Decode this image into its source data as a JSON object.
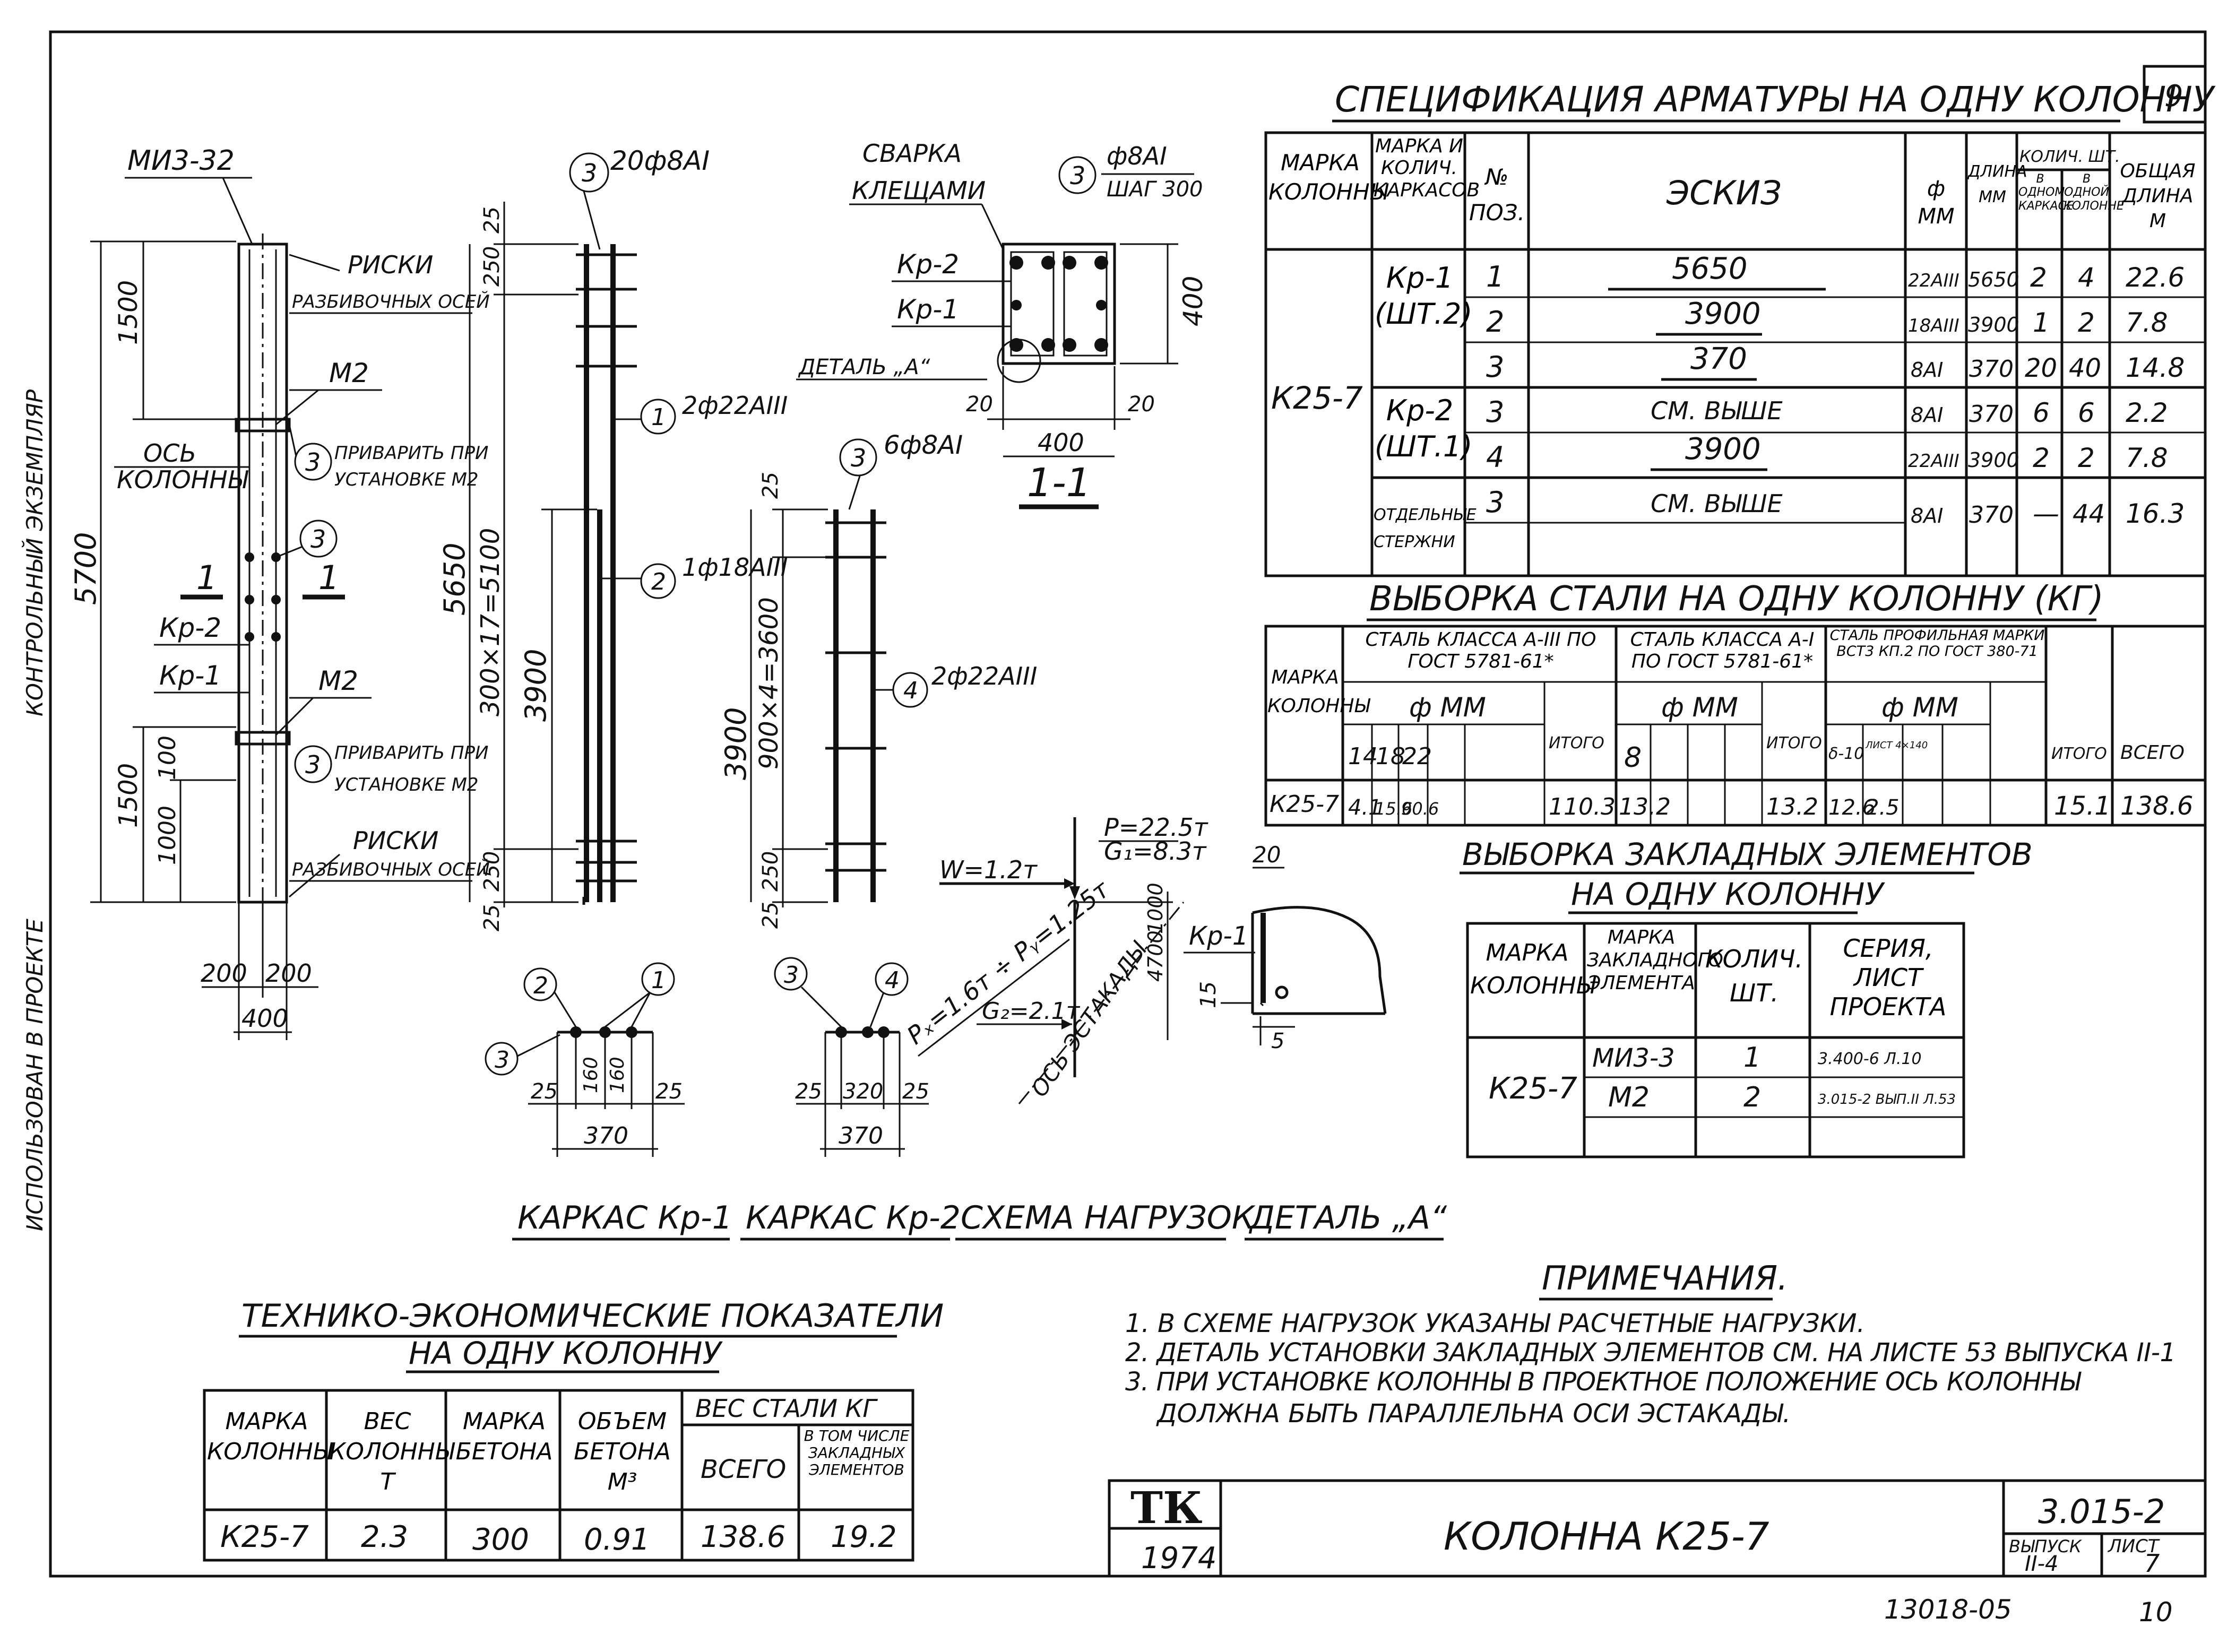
{
  "sheet_number": "9",
  "spec_table": {
    "title": "СПЕЦИФИКАЦИЯ АРМАТУРЫ НА ОДНУ КОЛОННУ",
    "headers": [
      "МАРКА КОЛОННЫ",
      "МАРКА И КОЛИЧ. КАРКАСОВ",
      "№ ПОЗ.",
      "ЭСКИЗ",
      "ф ММ",
      "ДЛИНА ММ",
      "В ОДНОМ КАРКАСЕ",
      "В ОДНОЙ КОЛОННЕ",
      "ОБЩАЯ ДЛИНА М"
    ],
    "qty_header": "КОЛИЧ. ШТ.",
    "col_mark": "К25-7",
    "groups": [
      "Кр-1 (ШТ.2)",
      "Кр-2 (ШТ.1)",
      "ОТДЕЛЬНЫЕ СТЕРЖНИ"
    ],
    "rows": [
      [
        "1",
        "5650",
        "22АIII",
        "5650",
        "2",
        "4",
        "22.6"
      ],
      [
        "2",
        "3900",
        "18АIII",
        "3900",
        "1",
        "2",
        "7.8"
      ],
      [
        "3",
        "370",
        "8АI",
        "370",
        "20",
        "40",
        "14.8"
      ],
      [
        "3",
        "СМ. ВЫШЕ",
        "8АI",
        "370",
        "6",
        "6",
        "2.2"
      ],
      [
        "4",
        "3900",
        "22АIII",
        "3900",
        "2",
        "2",
        "7.8"
      ],
      [
        "3",
        "СМ. ВЫШЕ",
        "8АI",
        "370",
        "—",
        "44",
        "16.3"
      ]
    ]
  },
  "steel_table": {
    "title": "ВЫБОРКА СТАЛИ НА ОДНУ КОЛОННУ (КГ)",
    "h_mark": "МАРКА КОЛОННЫ",
    "h_class3": "СТАЛЬ КЛАССА А-III ПО ГОСТ 5781-61*",
    "h_class1": "СТАЛЬ КЛАССА А-I ПО ГОСТ 5781-61*",
    "h_profile": "СТАЛЬ ПРОФИЛЬНАЯ МАРКИ ВСТ3 КП.2 ПО ГОСТ 380-71",
    "h_fmm": "ф ММ",
    "h_itogo": "ИТОГО",
    "h_vsego": "ВСЕГО",
    "d3": [
      "14",
      "18",
      "22"
    ],
    "d1": [
      "8"
    ],
    "dp": [
      "δ-10",
      "ЛИСТ 4×140"
    ],
    "row": {
      "mark": "К25-7",
      "v3": [
        "4.1",
        "15.6",
        "90.6"
      ],
      "it3": "110.3",
      "v1": [
        "13.2"
      ],
      "it1": "13.2",
      "vp": [
        "12.6",
        "2.5"
      ],
      "itp": "15.1",
      "total": "138.6"
    }
  },
  "embed_table": {
    "title1": "ВЫБОРКА ЗАКЛАДНЫХ ЭЛЕМЕНТОВ",
    "title2": "НА ОДНУ КОЛОННУ",
    "headers": [
      "МАРКА КОЛОННЫ",
      "МАРКА ЗАКЛАДНОГО ЭЛЕМЕНТА",
      "КОЛИЧ. ШТ.",
      "СЕРИЯ, ЛИСТ ПРОЕКТА"
    ],
    "mark": "К25-7",
    "rows": [
      [
        "МИ3-3",
        "1",
        "3.400-6 Л.10"
      ],
      [
        "М2",
        "2",
        "3.015-2 ВЫП.II Л.53"
      ]
    ]
  },
  "tech_table": {
    "title1": "ТЕХНИКО-ЭКОНОМИЧЕСКИЕ ПОКАЗАТЕЛИ",
    "title2": "НА ОДНУ КОЛОННУ",
    "headers": [
      "МАРКА КОЛОННЫ",
      "ВЕС КОЛОННЫ Т",
      "МАРКА БЕТОНА",
      "ОБЪЕМ БЕТОНА М³",
      "ВЕС СТАЛИ КГ",
      "ВСЕГО",
      "В ТОМ ЧИСЛЕ ЗАКЛАДНЫХ ЭЛЕМЕНТОВ"
    ],
    "row": [
      "К25-7",
      "2.3",
      "300",
      "0.91",
      "138.6",
      "19.2"
    ]
  },
  "notes": {
    "title": "ПРИМЕЧАНИЯ.",
    "items": [
      "1. В СХЕМЕ НАГРУЗОК УКАЗАНЫ РАСЧЕТНЫЕ НАГРУЗКИ.",
      "2. ДЕТАЛЬ УСТАНОВКИ ЗАКЛАДНЫХ ЭЛЕМЕНТОВ СМ. НА ЛИСТЕ 53 ВЫПУСКА II-1",
      "3. ПРИ УСТАНОВКЕ КОЛОННЫ В ПРОЕКТНОЕ ПОЛОЖЕНИЕ ОСЬ КОЛОННЫ",
      "ДОЛЖНА БЫТЬ ПАРАЛЛЕЛЬНА ОСИ ЭСТАКАДЫ."
    ]
  },
  "title_block": {
    "logo": "ТК",
    "year": "1974",
    "title": "КОЛОННА К25-7",
    "series": "3.015-2",
    "issue_label": "ВЫПУСК",
    "issue": "II-4",
    "sheet_label": "ЛИСТ",
    "sheet": "7",
    "inv": "13018-05",
    "page": "10"
  },
  "side_stamps": [
    "ИСПОЛЬЗОВАН В ПРОЕКТЕ",
    "КОНТРОЛЬНЫЙ ЭКЗЕМПЛЯР"
  ],
  "column_elev": {
    "top_label": "МИ3-32",
    "riski": "РИСКИ",
    "razb": "РАЗБИВОЧНЫХ ОСЕЙ",
    "m2": "М2",
    "os": "ОСЬ",
    "kolonny": "КОЛОННЫ",
    "privarit1a": "ПРИВАРИТЬ ПРИ",
    "privarit1b": "УСТАНОВКЕ М2",
    "kr2": "Кр-2",
    "kr1": "Кр-1",
    "sec": "1",
    "circ3": "3",
    "d5700": "5700",
    "d1500": "1500",
    "d1000": "1000",
    "d100": "100",
    "d200": "200",
    "d400": "400"
  },
  "cage_kr1": {
    "lbl3": "20ф8АI",
    "lbl1": "2ф22АIII",
    "lbl2": "1ф18АIII",
    "d25": "25",
    "d250": "250",
    "d5650": "5650",
    "d300x17": "300×17=5100",
    "d3900": "3900",
    "d25b": "25",
    "d160": "160",
    "d370": "370",
    "title": "КАРКАС Кр-1"
  },
  "cage_kr2": {
    "lbl3": "6ф8АI",
    "lbl4": "2ф22АIII",
    "d3900": "3900",
    "d900x4": "900×4=3600",
    "d250": "250",
    "d25": "25",
    "d320": "320",
    "d370": "370",
    "title": "КАРКАС Кр-2"
  },
  "section": {
    "svarka1": "СВАРКА",
    "svarka2": "КЛЕЩАМИ",
    "lbl3": "ф8АI",
    "shag": "ШАГ 300",
    "kr2": "Кр-2",
    "kr1": "Кр-1",
    "detail": "ДЕТАЛЬ „А“",
    "d400": "400",
    "d20": "20",
    "title": "1-1"
  },
  "loads": {
    "p": "P=22.5т",
    "g": "G₁=8.3т",
    "w": "W=1.2т",
    "px": "Pₓ=1.6т",
    "py": "Pᵧ=1.25т",
    "g2": "G₂=2.1т",
    "os": "ОСЬ ЭСТАКАДЫ",
    "d4700": "4700",
    "d1000": "1000",
    "title": "СХЕМА НАГРУЗОК"
  },
  "detail_a": {
    "kr1": "Кр-1",
    "d20": "20",
    "d15": "15",
    "d5": "5",
    "title": "ДЕТАЛЬ „А“"
  }
}
